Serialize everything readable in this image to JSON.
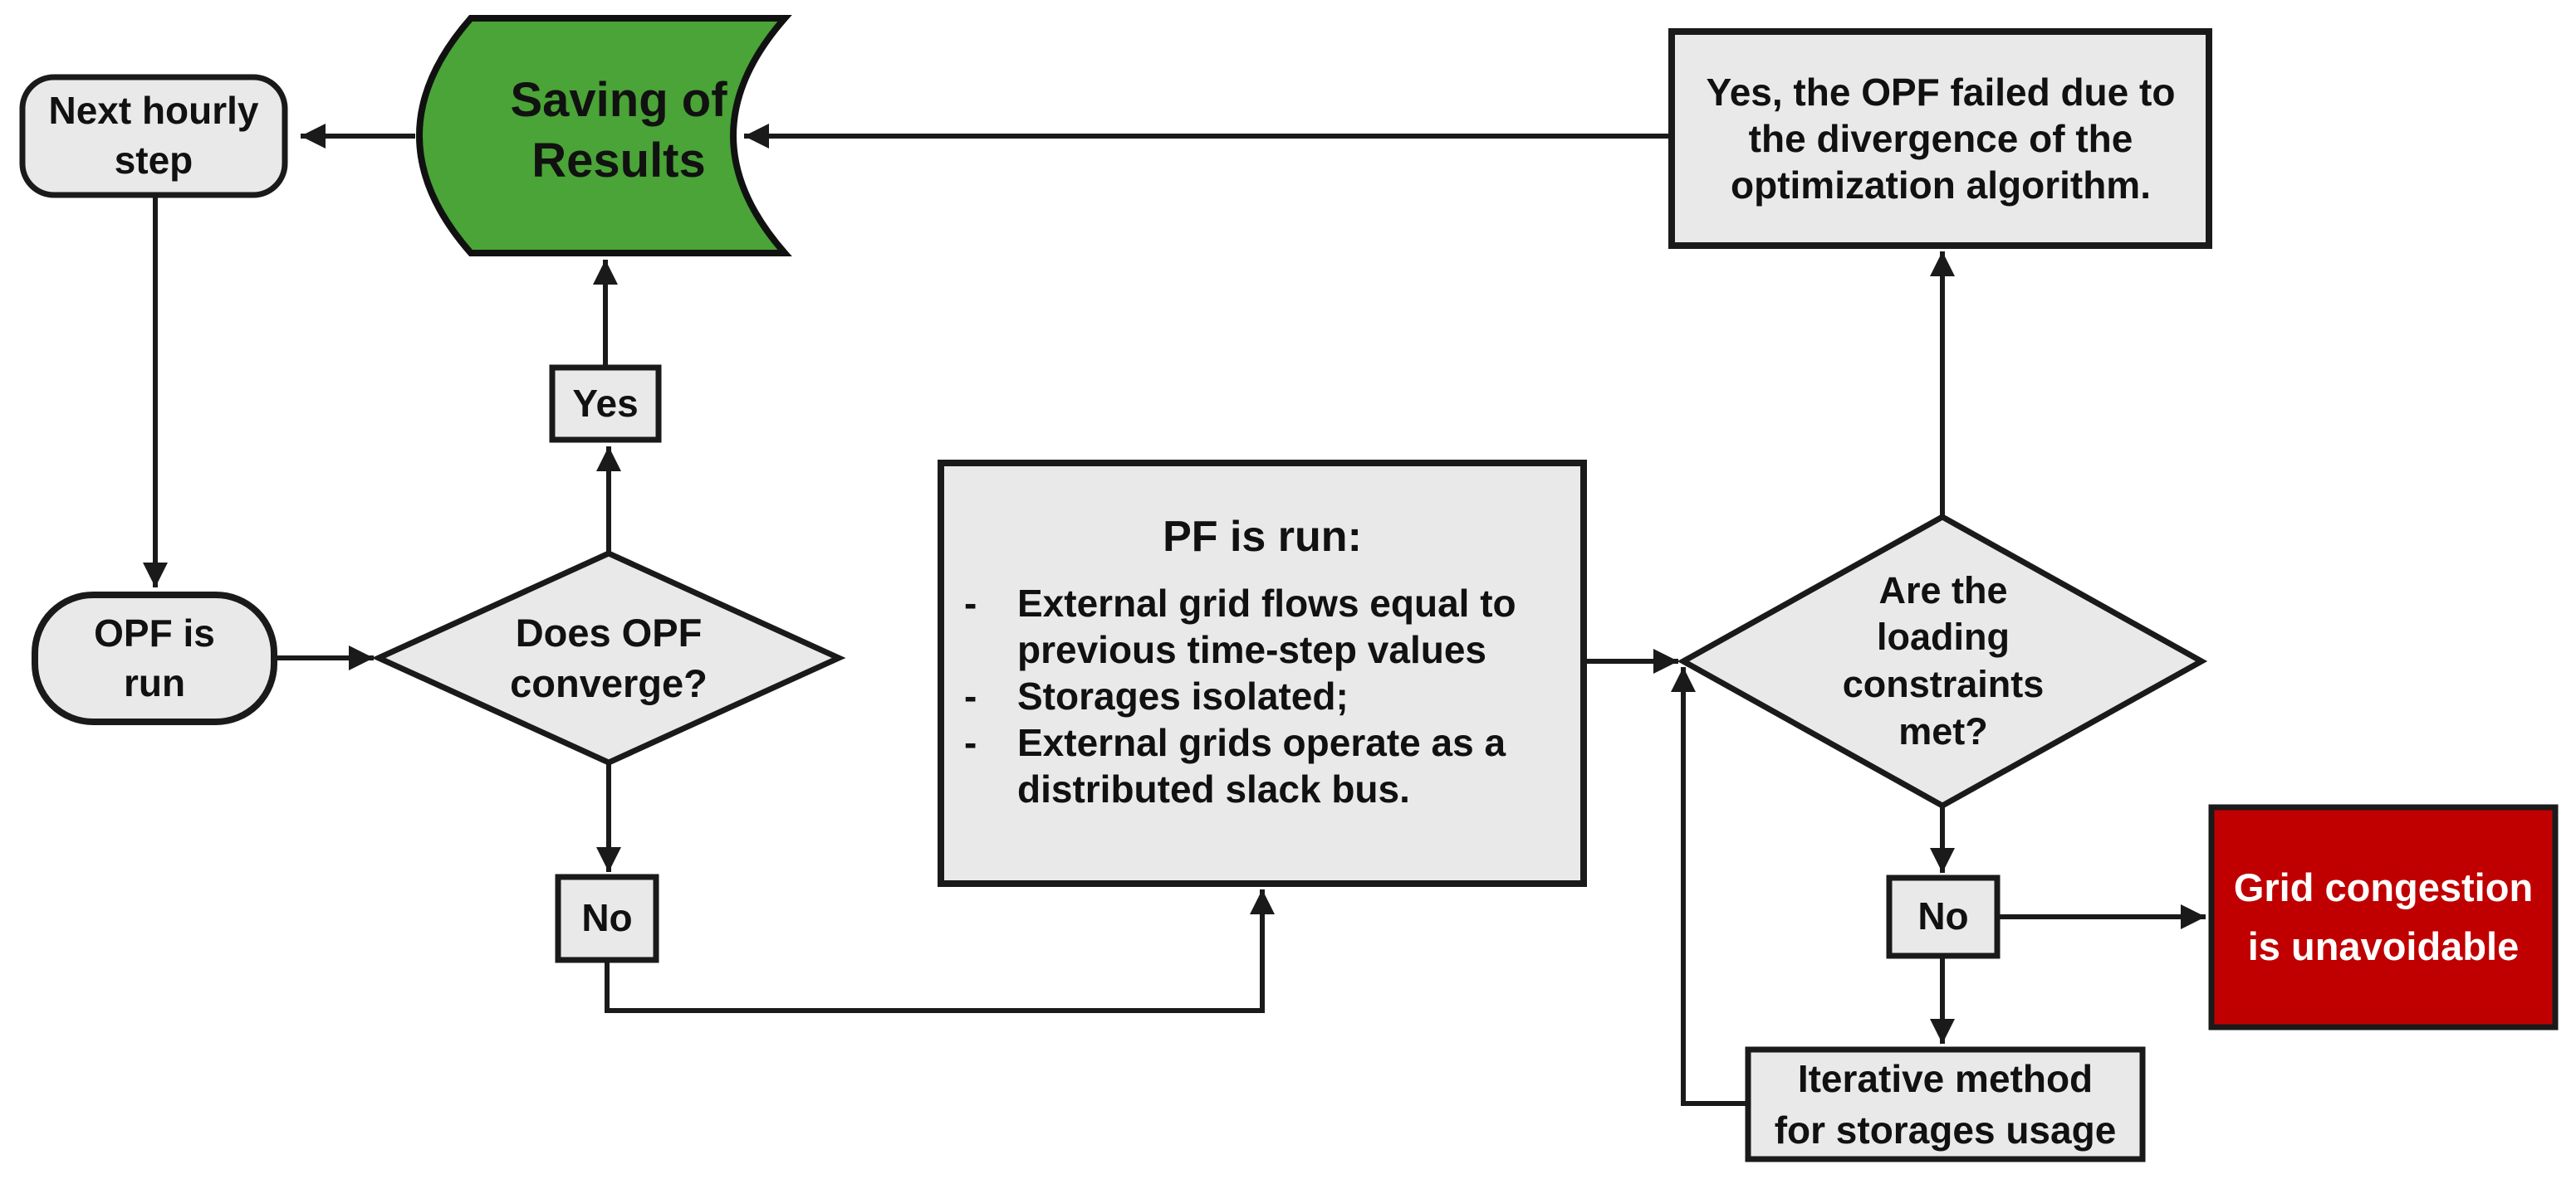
{
  "colors": {
    "background": "#ffffff",
    "node_fill": "#e9e9e9",
    "node_stroke": "#1a1a1a",
    "saving_fill": "#4aa437",
    "congestion_fill": "#c00000",
    "congestion_text": "#ffffff",
    "text": "#111111",
    "connector": "#1a1a1a"
  },
  "nodes": {
    "next_hourly": {
      "label": "Next hourly\nstep"
    },
    "saving": {
      "label": "Saving of\nResults"
    },
    "yes": {
      "label": "Yes"
    },
    "does_converge": {
      "label": "Does OPF\nconverge?"
    },
    "opf_run": {
      "label": "OPF is\nrun"
    },
    "no_left": {
      "label": "No"
    },
    "pf": {
      "title": "PF is run:",
      "dash": "-",
      "bullets": [
        "External grid flows equal to\nprevious time-step values",
        "Storages  isolated;",
        "External grids operate as a\ndistributed slack bus."
      ]
    },
    "loading_met": {
      "label": "Are the\nloading\nconstraints\nmet?"
    },
    "opf_failed": {
      "label": "Yes, the OPF failed due to\nthe divergence of the\noptimization algorithm."
    },
    "no_right": {
      "label": "No"
    },
    "congestion": {
      "label": "Grid congestion\nis unavoidable"
    },
    "iterative": {
      "label": "Iterative method\nfor storages usage"
    }
  }
}
